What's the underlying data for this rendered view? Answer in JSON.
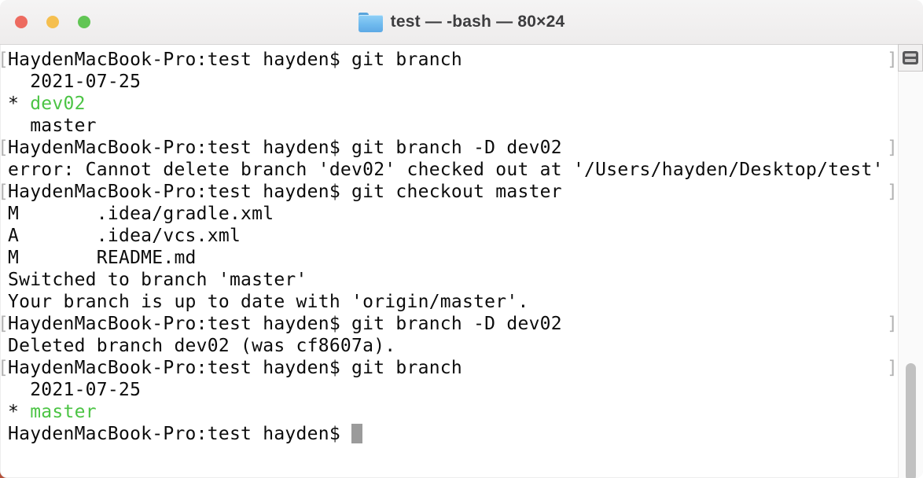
{
  "window": {
    "title": "test — -bash — 80×24",
    "traffic_lights": [
      {
        "name": "close",
        "color": "#ed6b60"
      },
      {
        "name": "minimize",
        "color": "#f5bf4f"
      },
      {
        "name": "zoom",
        "color": "#61c554"
      }
    ]
  },
  "colors": {
    "branch_green": "#4cc445",
    "mark_gray": "#b2b2b2",
    "cursor_gray": "#9b9b9b",
    "text": "#0c0c0c",
    "titlebar_text": "#3d3d3f",
    "scroll_thumb": "#c1c1c1",
    "desktop_corner": "#b35039"
  },
  "terminal": {
    "mark_open": "[",
    "mark_close": "]",
    "lines": [
      {
        "marked": true,
        "segments": [
          {
            "text": "HaydenMacBook-Pro:test hayden$ git branch",
            "color": "default"
          }
        ]
      },
      {
        "marked": false,
        "segments": [
          {
            "text": "  2021-07-25",
            "color": "default"
          }
        ]
      },
      {
        "marked": false,
        "segments": [
          {
            "text": "* ",
            "color": "default"
          },
          {
            "text": "dev02",
            "color": "green"
          }
        ]
      },
      {
        "marked": false,
        "segments": [
          {
            "text": "  master",
            "color": "default"
          }
        ]
      },
      {
        "marked": true,
        "segments": [
          {
            "text": "HaydenMacBook-Pro:test hayden$ git branch -D dev02",
            "color": "default"
          }
        ]
      },
      {
        "marked": false,
        "segments": [
          {
            "text": "error: Cannot delete branch 'dev02' checked out at '/Users/hayden/Desktop/test'",
            "color": "default"
          }
        ]
      },
      {
        "marked": true,
        "segments": [
          {
            "text": "HaydenMacBook-Pro:test hayden$ git checkout master",
            "color": "default"
          }
        ]
      },
      {
        "marked": false,
        "segments": [
          {
            "text": "M       .idea/gradle.xml",
            "color": "default"
          }
        ]
      },
      {
        "marked": false,
        "segments": [
          {
            "text": "A       .idea/vcs.xml",
            "color": "default"
          }
        ]
      },
      {
        "marked": false,
        "segments": [
          {
            "text": "M       README.md",
            "color": "default"
          }
        ]
      },
      {
        "marked": false,
        "segments": [
          {
            "text": "Switched to branch 'master'",
            "color": "default"
          }
        ]
      },
      {
        "marked": false,
        "segments": [
          {
            "text": "Your branch is up to date with 'origin/master'.",
            "color": "default"
          }
        ]
      },
      {
        "marked": true,
        "segments": [
          {
            "text": "HaydenMacBook-Pro:test hayden$ git branch -D dev02",
            "color": "default"
          }
        ]
      },
      {
        "marked": false,
        "segments": [
          {
            "text": "Deleted branch dev02 (was cf8607a).",
            "color": "default"
          }
        ]
      },
      {
        "marked": true,
        "segments": [
          {
            "text": "HaydenMacBook-Pro:test hayden$ git branch",
            "color": "default"
          }
        ]
      },
      {
        "marked": false,
        "segments": [
          {
            "text": "  2021-07-25",
            "color": "default"
          }
        ]
      },
      {
        "marked": false,
        "segments": [
          {
            "text": "* ",
            "color": "default"
          },
          {
            "text": "master",
            "color": "green"
          }
        ]
      },
      {
        "marked": false,
        "cursor": true,
        "segments": [
          {
            "text": "HaydenMacBook-Pro:test hayden$ ",
            "color": "default"
          }
        ]
      }
    ]
  }
}
